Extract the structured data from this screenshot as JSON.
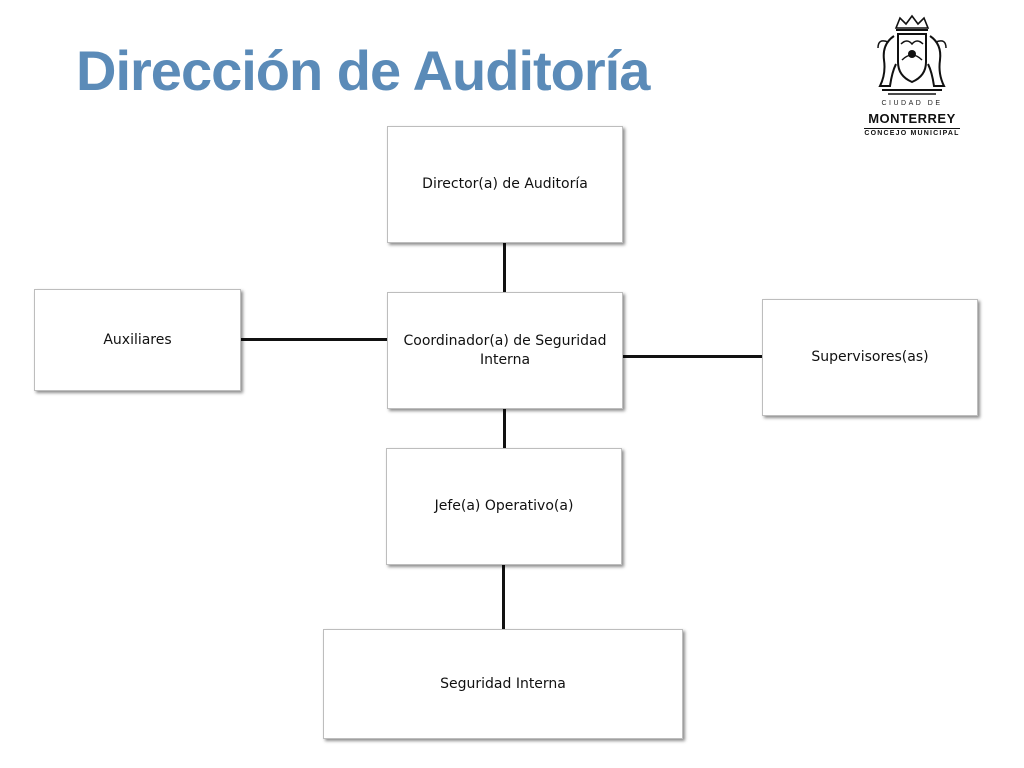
{
  "title": "Dirección de Auditoría",
  "logo": {
    "top_text": "CIUDAD DE",
    "main_text": "MONTERREY",
    "sub_text": "CONCEJO MUNICIPAL"
  },
  "org_chart": {
    "director": "Director(a) de Auditoría",
    "coordinator": "Coordinador(a) de Seguridad Interna",
    "auxiliaries": "Auxiliares",
    "supervisors": "Supervisores(as)",
    "operations_chief": "Jefe(a) Operativo(a)",
    "internal_security": "Seguridad Interna"
  },
  "colors": {
    "title": "#5b8bb8",
    "connector": "#111111",
    "box_border": "#bdbdbd"
  }
}
